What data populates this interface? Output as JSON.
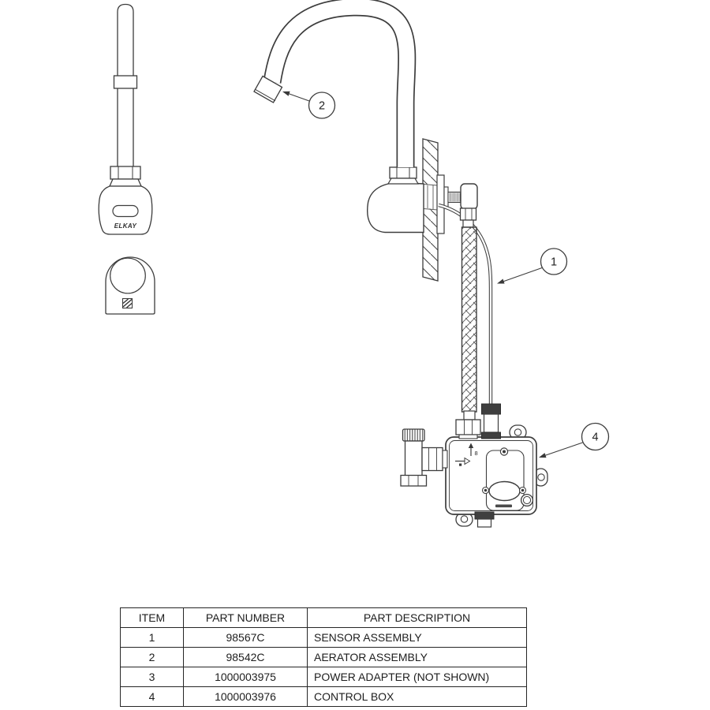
{
  "diagram": {
    "brand_label": "ELKAY",
    "box_marking": "8",
    "callouts": {
      "supply_cable": "1",
      "aerator": "2",
      "control_box": "4"
    }
  },
  "parts_table": {
    "headers": [
      "ITEM",
      "PART NUMBER",
      "PART DESCRIPTION"
    ],
    "rows": [
      {
        "item": "1",
        "part_number": "98567C",
        "description": "SENSOR ASSEMBLY"
      },
      {
        "item": "2",
        "part_number": "98542C",
        "description": "AERATOR ASSEMBLY"
      },
      {
        "item": "3",
        "part_number": "1000003975",
        "description": "POWER ADAPTER (NOT SHOWN)"
      },
      {
        "item": "4",
        "part_number": "1000003976",
        "description": "CONTROL BOX"
      }
    ]
  },
  "colors": {
    "line": "#3d3d3d",
    "background": "#ffffff"
  }
}
